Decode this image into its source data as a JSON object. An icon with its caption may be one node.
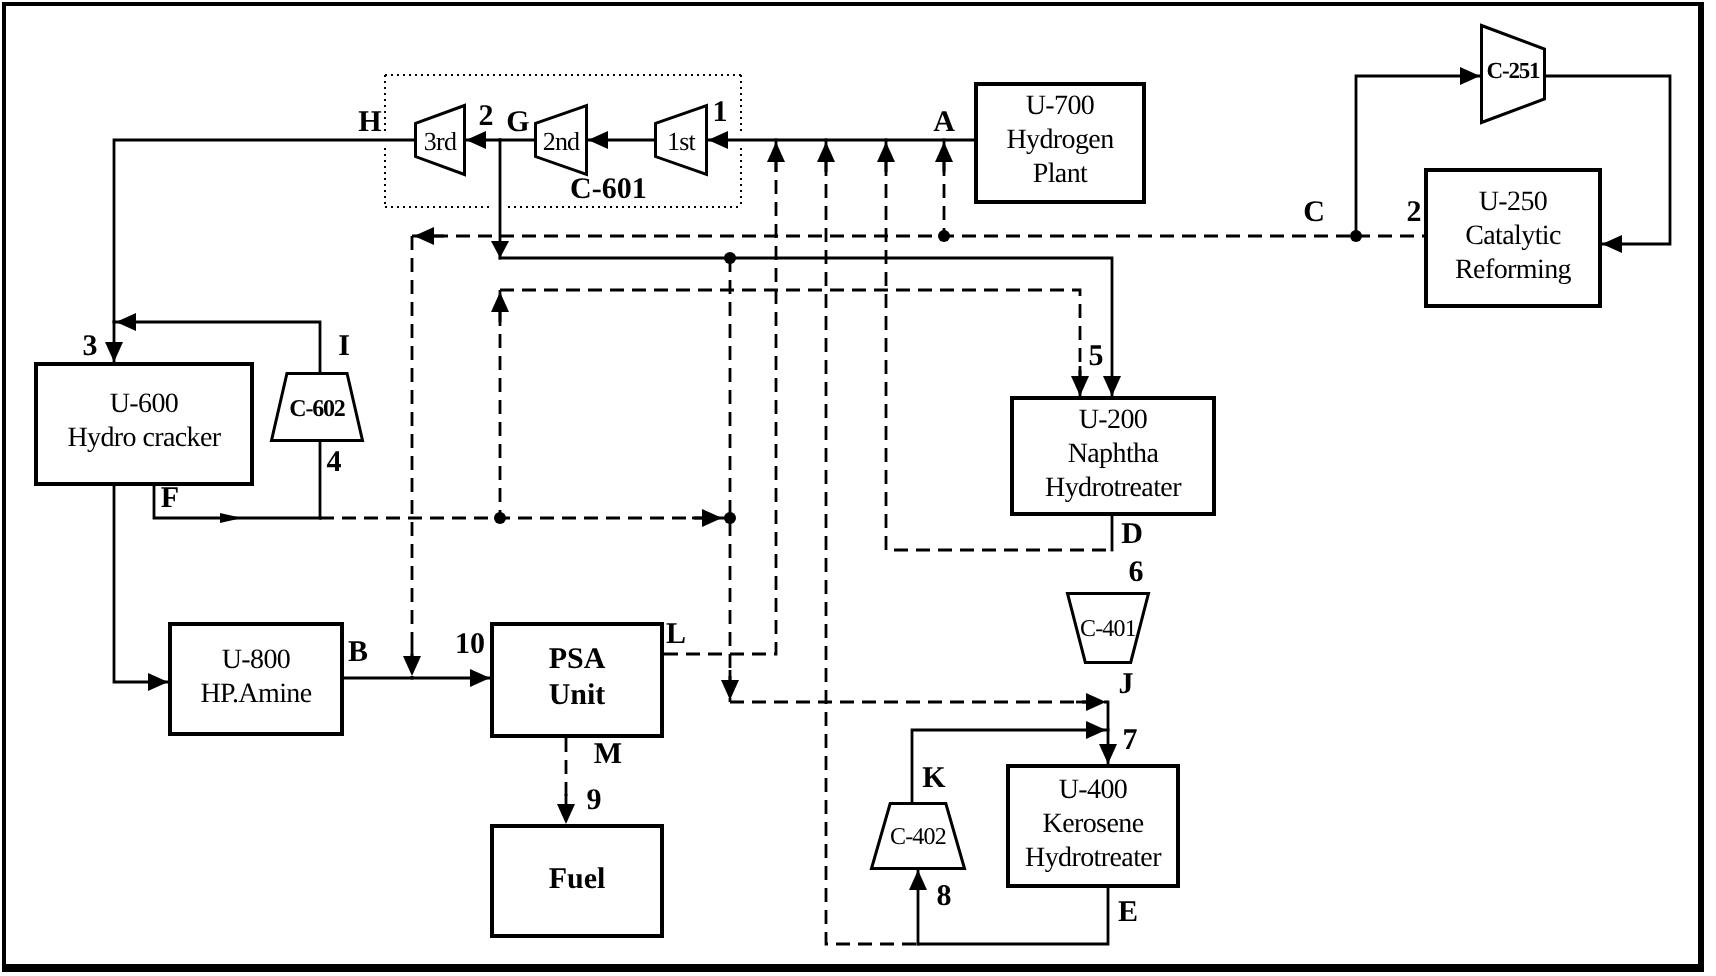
{
  "diagram": {
    "nodes": [
      {
        "text": [
          "C-601"
        ]
      },
      {
        "text": [
          "3rd"
        ],
        "in": 0
      },
      {
        "text": [
          "2nd"
        ],
        "in": 0
      },
      {
        "text": [
          "1st"
        ],
        "in": 0
      },
      {
        "text": [
          "U-700",
          "Hydrogen Plant"
        ]
      },
      {
        "text": [
          "C-251"
        ]
      },
      {
        "text": [
          "U-250",
          "Catalytic Reforming"
        ]
      },
      {
        "text": [
          "U-600",
          "Hydro cracker"
        ]
      },
      {
        "text": [
          "C-602"
        ]
      },
      {
        "text": [
          "U-200",
          "Naphtha Hydrotreater"
        ]
      },
      {
        "text": [
          "C-401"
        ]
      },
      {
        "text": [
          "U-800",
          "HP.Amine"
        ]
      },
      {
        "text": [
          "PSA Unit"
        ]
      },
      {
        "text": [
          "U-400",
          "Kerosene Hydrotreater"
        ]
      },
      {
        "text": [
          "C-402"
        ]
      },
      {
        "text": [
          "Fuel"
        ]
      }
    ],
    "edges": [
      {
        "from": 4,
        "to": 3,
        "arrow": "to"
      },
      {
        "from": 3,
        "to": 2,
        "arrow": "to"
      },
      {
        "from": 2,
        "to": 1,
        "arrow": "to"
      },
      {
        "from": 1,
        "to": 7,
        "arrow": "to"
      },
      {
        "from": 2,
        "to": 9,
        "arrow": "to"
      },
      {
        "from": 2,
        "to": 13,
        "arrow": "to",
        "style": "dashed"
      },
      {
        "from": 7,
        "to": 11,
        "arrow": "to"
      },
      {
        "from": 7,
        "to": 8,
        "arrow": "to"
      },
      {
        "from": 8,
        "to": 7,
        "arrow": "to"
      },
      {
        "from": 7,
        "to": 9,
        "arrow": "to",
        "style": "dashed"
      },
      {
        "from": 7,
        "to": 13,
        "arrow": "to",
        "style": "dashed"
      },
      {
        "from": 14,
        "to": 13,
        "arrow": "to"
      },
      {
        "from": 13,
        "to": 14,
        "arrow": "to"
      },
      {
        "from": 13,
        "to": 3,
        "arrow": "to",
        "style": "dashed"
      },
      {
        "from": 9,
        "to": 3,
        "arrow": "to",
        "style": "dashed"
      },
      {
        "from": 12,
        "to": 3,
        "arrow": "to",
        "style": "dashed"
      },
      {
        "from": 6,
        "to": 3,
        "arrow": "to",
        "style": "dashed"
      },
      {
        "from": 6,
        "to": 12,
        "arrow": "to",
        "style": "dashed"
      },
      {
        "from": 6,
        "to": 5,
        "arrow": "to"
      },
      {
        "from": 5,
        "to": 6,
        "arrow": "to"
      },
      {
        "from": 11,
        "to": 12,
        "arrow": "to"
      },
      {
        "from": 12,
        "to": 15,
        "arrow": "to",
        "style": "dashed"
      }
    ],
    "labels": [
      "H",
      "2",
      "G",
      "1",
      "A",
      "C",
      "2",
      "3",
      "I",
      "5",
      "4",
      "F",
      "D",
      "6",
      "B",
      "10",
      "L",
      "J",
      "7",
      "M",
      "K",
      "9",
      "8",
      "E"
    ]
  }
}
